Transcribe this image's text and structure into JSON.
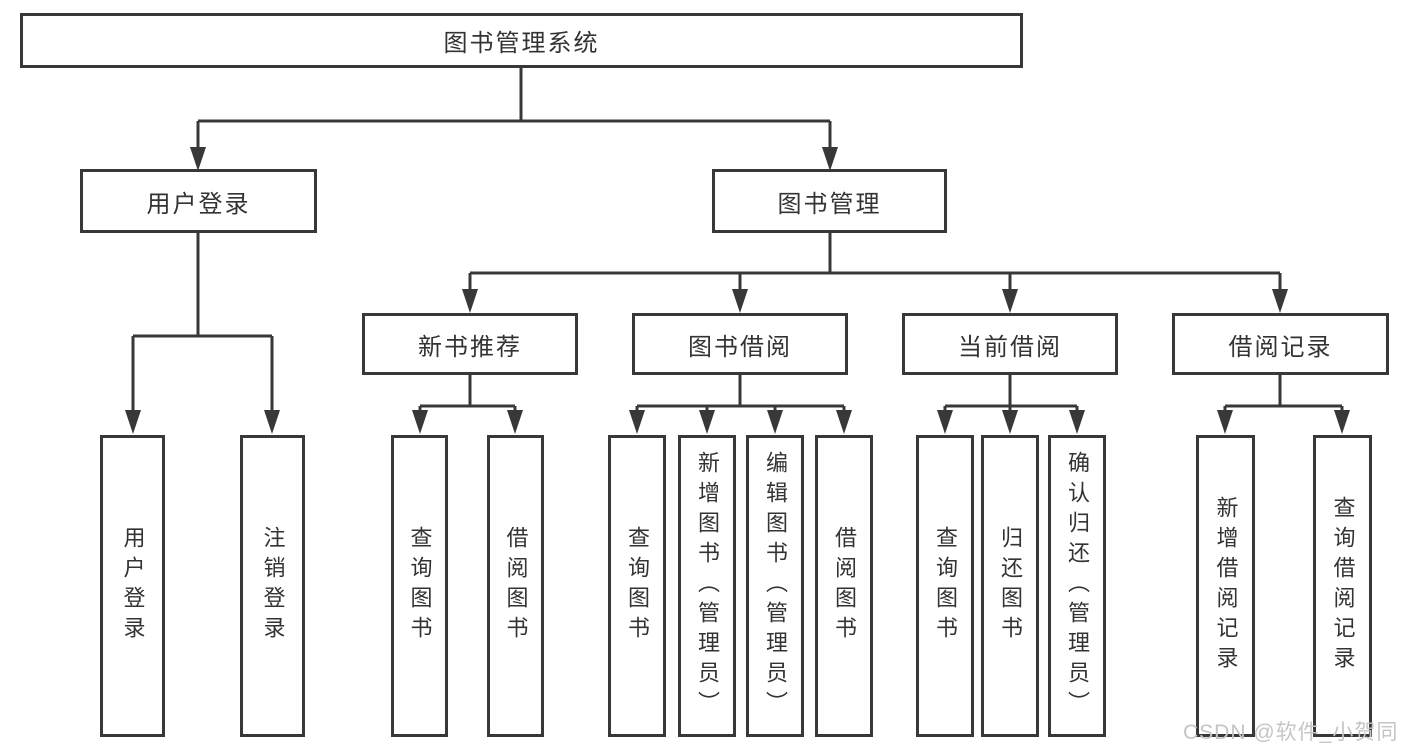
{
  "diagram": {
    "title": "图书管理系统",
    "level2": [
      {
        "label": "用户登录",
        "leaves": [
          "用户登录",
          "注销登录"
        ]
      },
      {
        "label": "图书管理",
        "groups": [
          {
            "label": "新书推荐",
            "leaves": [
              "查询图书",
              "借阅图书"
            ]
          },
          {
            "label": "图书借阅",
            "leaves": [
              "查询图书",
              "新增图书（管理员）",
              "编辑图书（管理员）",
              "借阅图书"
            ]
          },
          {
            "label": "当前借阅",
            "leaves": [
              "查询图书",
              "归还图书",
              "确认归还（管理员）"
            ]
          },
          {
            "label": "借阅记录",
            "leaves": [
              "新增借阅记录",
              "查询借阅记录"
            ]
          }
        ]
      }
    ]
  },
  "watermark": {
    "text": "CSDN @软件_小贺同学"
  },
  "colors": {
    "line": "#383838",
    "text": "#333333",
    "watermark": "#c5c5c5"
  }
}
